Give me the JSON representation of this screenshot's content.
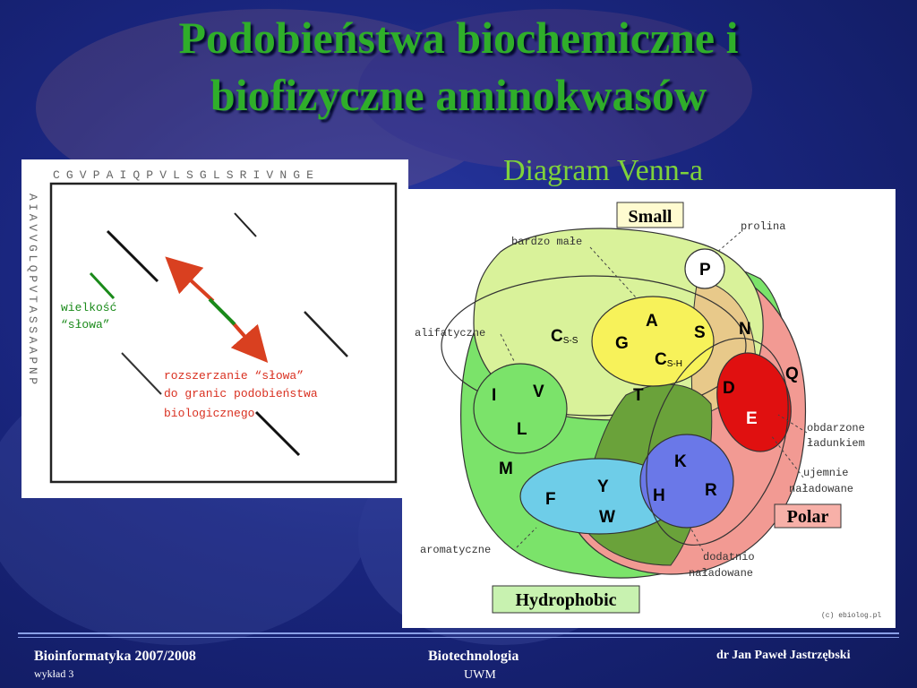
{
  "title_line1": "Podobieństwa biochemiczne i",
  "title_line2": "biofizyczne aminokwasów",
  "subtitle": "Diagram Venn-a",
  "dotplot": {
    "top_sequence": "CGVPAIQPVLSGLSRIVNGE",
    "left_sequence": "AIAVVGLQPVTASSAAPNP",
    "word_size_label_1": "wielkość",
    "word_size_label_2": "“słowa”",
    "extension_label_1": "rozszerzanie “słowa”",
    "extension_label_2": "do granic podobieństwa",
    "extension_label_3": "biologicznego"
  },
  "venn": {
    "box_small": "Small",
    "box_polar": "Polar",
    "box_hydrophobic": "Hydrophobic",
    "label_prolina": "prolina",
    "label_bardzo_male": "bardzo małe",
    "label_alifatyczne": "alifatyczne",
    "label_aromatyczne": "aromatyczne",
    "label_obdarzone_1": "obdarzone",
    "label_obdarzone_2": "ładunkiem",
    "label_ujemnie_1": "ujemnie",
    "label_ujemnie_2": "naładowane",
    "label_dodatnio_1": "dodatnio",
    "label_dodatnio_2": "naładowane",
    "copyright": "(c) ebiolog.pl",
    "aa_P": "P",
    "aa_A": "A",
    "aa_S": "S",
    "aa_G": "G",
    "aa_N": "N",
    "aa_C": "C",
    "aa_Css_sub": "S-S",
    "aa_Csh_sub": "S-H",
    "aa_Q": "Q",
    "aa_D": "D",
    "aa_E": "E",
    "aa_I": "I",
    "aa_V": "V",
    "aa_L": "L",
    "aa_T": "T",
    "aa_M": "M",
    "aa_K": "K",
    "aa_R": "R",
    "aa_H": "H",
    "aa_F": "F",
    "aa_Y": "Y",
    "aa_W": "W"
  },
  "footer": {
    "course": "Bioinformatyka 2007/2008",
    "lecture": "wykład 3",
    "department": "Biotechnologia",
    "university": "UWM",
    "author": "dr Jan Paweł Jastrzębski"
  }
}
